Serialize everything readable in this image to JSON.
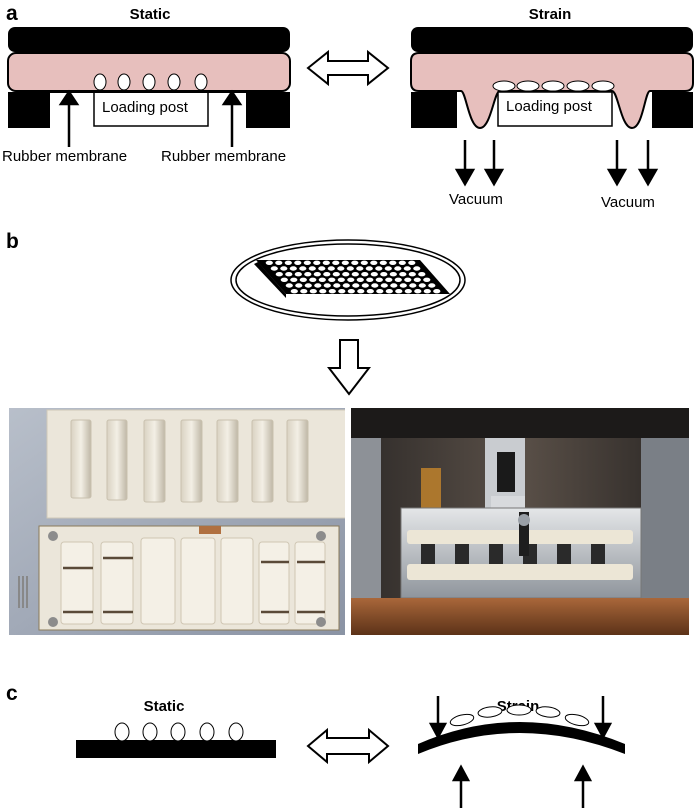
{
  "panels": {
    "a": {
      "letter": "a",
      "static_title": "Static",
      "strain_title": "Strain",
      "loading_post": "Loading post",
      "rubber_membrane": "Rubber membrane",
      "vacuum": "Vacuum"
    },
    "b": {
      "letter": "b"
    },
    "c": {
      "letter": "c",
      "static_title": "Static",
      "strain_title": "Strain"
    }
  },
  "colors": {
    "pink": "#e7bfbd",
    "black": "#000000",
    "plate_white": "#ece7dc",
    "photo_bg_left": "#9aa3b3",
    "photo_bg_right": "#3a3531"
  }
}
